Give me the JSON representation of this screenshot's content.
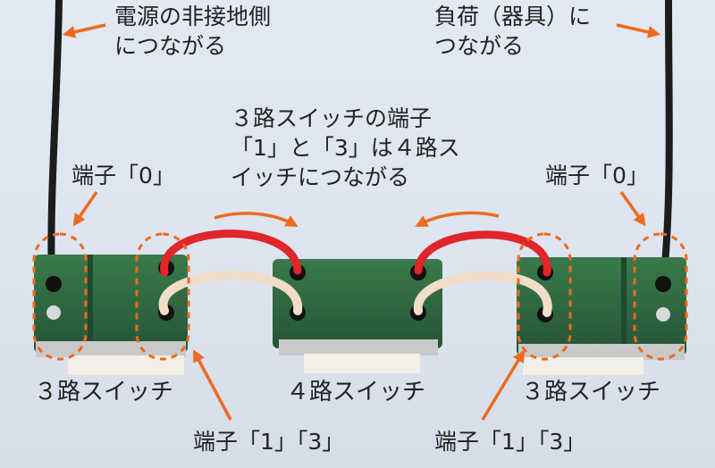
{
  "labels": {
    "source_side": [
      "電源の非接地側",
      "につながる"
    ],
    "load_side": [
      "負荷（器具）に",
      "つながる"
    ],
    "middle_note": [
      "３路スイッチの端子",
      "「1」と「3」は４路ス",
      "イッチにつながる"
    ],
    "terminal_0_left": "端子「0」",
    "terminal_0_right": "端子「0」",
    "switch_left": "３路スイッチ",
    "switch_center": "４路スイッチ",
    "switch_right": "３路スイッチ",
    "terminal_13_left": "端子「1」「3」",
    "terminal_13_right": "端子「1」「3」"
  },
  "colors": {
    "arrow": "#ee6a1f",
    "switch_body": "#2f6a3f",
    "wire_red": "#e0252b",
    "wire_white": "#f1ddc8",
    "wire_black": "#1c1c1c"
  }
}
